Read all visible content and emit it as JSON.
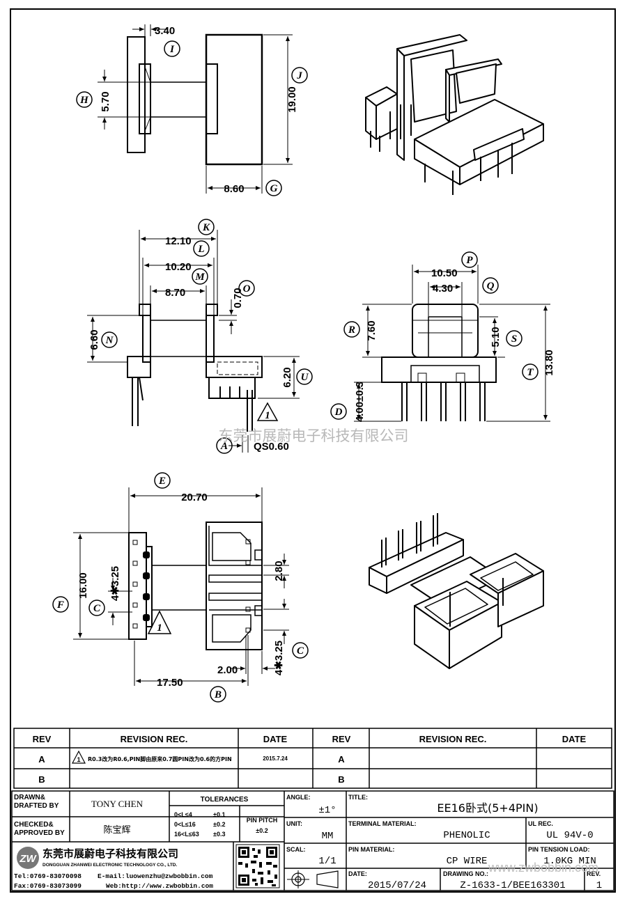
{
  "watermark": "东莞市展蔚电子科技有限公司",
  "watermark2": "www.zwbobbin.com",
  "views": {
    "top": {
      "dims": {
        "w34": "3.40",
        "h57": "5.70",
        "h190": "19.00",
        "w86": "8.60"
      },
      "labels": {
        "I": "I",
        "H": "H",
        "J": "J",
        "G": "G"
      }
    },
    "front": {
      "dims": {
        "w121": "12.10",
        "w102": "10.20",
        "w87": "8.70",
        "t07": "0.70",
        "h66": "6.60",
        "h62": "6.20",
        "pin": "QS0.60"
      },
      "labels": {
        "K": "K",
        "L": "L",
        "M": "M",
        "O": "O",
        "N": "N",
        "U": "U",
        "A": "A",
        "note": "1"
      }
    },
    "side": {
      "dims": {
        "w105": "10.50",
        "w43": "4.30",
        "h76": "7.60",
        "h51": "5.10",
        "h138": "13.80",
        "h40": "4.00±0.3"
      },
      "labels": {
        "P": "P",
        "Q": "Q",
        "R": "R",
        "S": "S",
        "T": "T",
        "D": "D"
      }
    },
    "bottom": {
      "dims": {
        "w207": "20.70",
        "h160": "16.00",
        "p325": "4✱3.25",
        "h28": "2.80",
        "w20": "2.00",
        "p325b": "4✱3.25",
        "w175": "17.50"
      },
      "labels": {
        "E": "E",
        "F": "F",
        "C1": "C",
        "C2": "C",
        "B": "B",
        "note": "1"
      }
    }
  },
  "revision_table": {
    "headers": [
      "REV",
      "REVISION REC.",
      "DATE",
      "REV",
      "REVISION REC.",
      "DATE"
    ],
    "rows": [
      {
        "rev": "A",
        "note_mark": "1",
        "rec": "R0.3改为R0.6,PIN脚由原来0.7圆PIN改为0.6的方PIN",
        "date": "2015.7.24",
        "rev2": "A",
        "rec2": "",
        "date2": ""
      },
      {
        "rev": "B",
        "note_mark": "",
        "rec": "",
        "date": "",
        "rev2": "B",
        "rec2": "",
        "date2": ""
      }
    ]
  },
  "title_block": {
    "drawn_label": "DRAWN&\nDRAFTED BY",
    "drawn_value": "TONY CHEN",
    "checked_label": "CHECKED&\nAPPROVED BY",
    "checked_value": "陈宝辉",
    "tolerances_label": "TOLERANCES",
    "tol_rows": [
      {
        "range": "0<L≤4",
        "tol": "±0.1"
      },
      {
        "range": "0<L≤16",
        "tol": "±0.2"
      },
      {
        "range": "16<L≤63",
        "tol": "±0.3"
      }
    ],
    "pin_pitch_label": "PIN PITCH",
    "pin_pitch_value": "±0.2",
    "angle_label": "ANGLE:",
    "angle_value": "±1°",
    "unit_label": "UNIT:",
    "unit_value": "MM",
    "scale_label": "SCAL:",
    "scale_value": "1/1",
    "title_label": "TITLE:",
    "title_value": "EE16卧式(5+4PIN)",
    "terminal_label": "TERMINAL MATERIAL:",
    "terminal_value": "PHENOLIC",
    "ul_label": "UL REC.",
    "ul_value": "UL 94V-0",
    "pin_mat_label": "PIN MATERIAL:",
    "pin_mat_value": "CP WIRE",
    "tension_label": "PIN TENSION LOAD:",
    "tension_value": "1.0KG MIN",
    "date_label": "DATE:",
    "date_value": "2015/07/24",
    "drawing_label": "DRAWING NO.:",
    "drawing_value": "Z-1633-1/BEE163301",
    "rev_label": "REV.",
    "rev_value": "1",
    "company_cn": "东莞市展蔚电子科技有限公司",
    "company_en": "DONGGUAN ZHANWEI ELECTRONIC TECHNOLOGY CO., LTD.",
    "tel": "Tel:0769-83070098",
    "email": "E-mail:luowenzhu@zwbobbin.com",
    "fax": "Fax:0769-83073099",
    "web": "Web:http://www.zwbobbin.com"
  }
}
